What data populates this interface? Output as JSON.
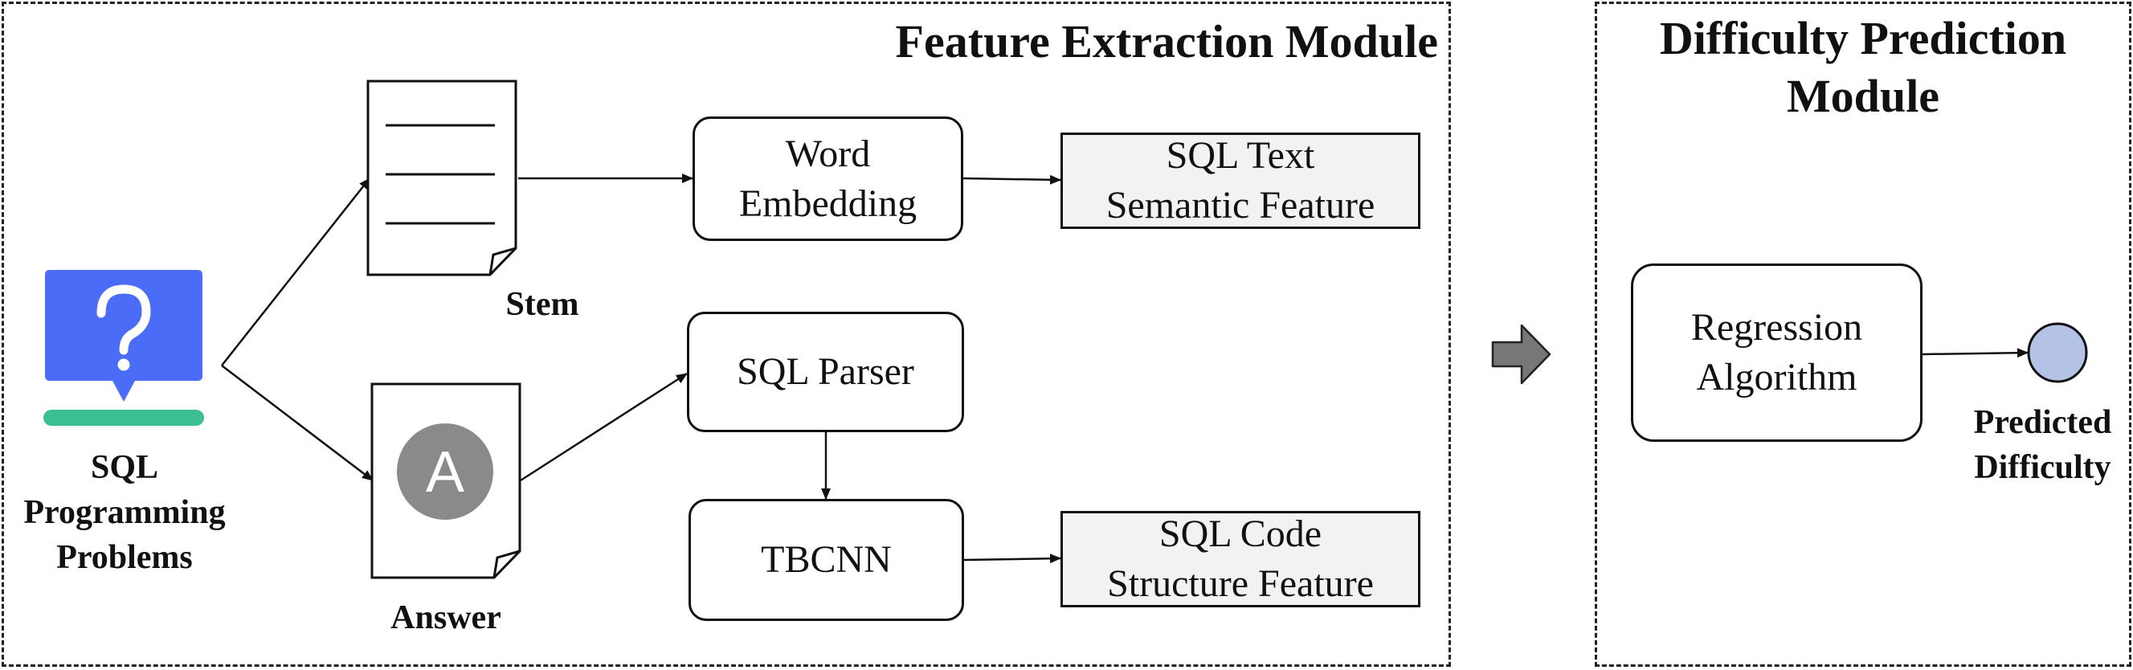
{
  "modules": {
    "feature_extraction": {
      "title": "Feature Extraction Module"
    },
    "difficulty_prediction": {
      "title_line1": "Difficulty Prediction",
      "title_line2": "Module"
    }
  },
  "input": {
    "label_line1": "SQL",
    "label_line2": "Programming",
    "label_line3": "Problems",
    "icon": "question-bubble-icon",
    "colors": {
      "bubble": "#4a6cf7",
      "bar": "#3dbf95"
    }
  },
  "documents": {
    "stem": {
      "label": "Stem",
      "icon": "document-lines-icon"
    },
    "answer": {
      "label": "Answer",
      "icon": "document-answer-icon",
      "badge_letter": "A",
      "badge_color": "#8a8a8a"
    }
  },
  "process_boxes": {
    "word_embedding": {
      "line1": "Word",
      "line2": "Embedding"
    },
    "sql_parser": {
      "label": "SQL Parser"
    },
    "tbcnn": {
      "label": "TBCNN"
    },
    "regression": {
      "line1": "Regression",
      "line2": "Algorithm"
    }
  },
  "feature_boxes": {
    "semantic": {
      "line1": "SQL Text",
      "line2": "Semantic Feature"
    },
    "structure": {
      "line1": "SQL Code",
      "line2": "Structure Feature"
    },
    "fill_color": "#f2f2f2"
  },
  "output": {
    "label_line1": "Predicted",
    "label_line2": "Difficulty",
    "node_color": "#b4c2e6"
  },
  "transition_arrow": {
    "icon": "right-block-arrow-icon",
    "color": "#777777"
  }
}
